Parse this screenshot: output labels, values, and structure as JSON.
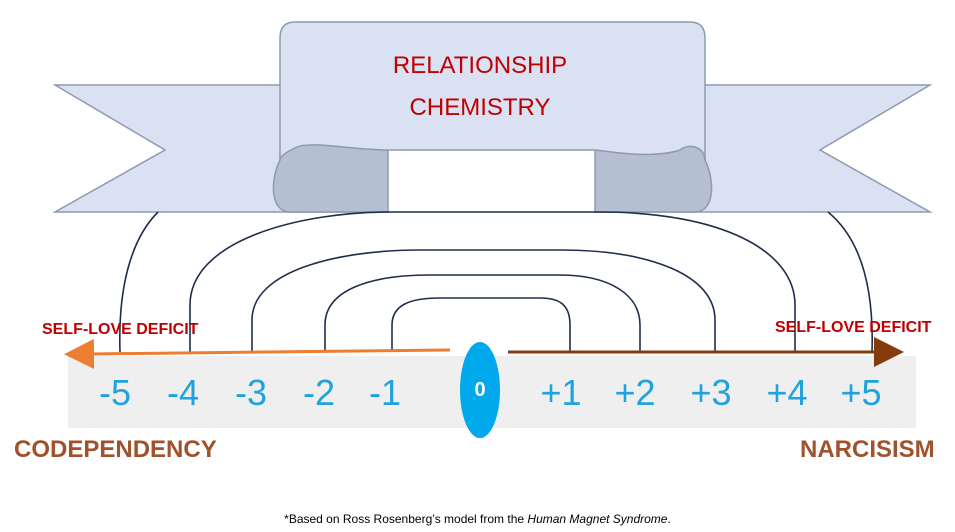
{
  "banner": {
    "line1": "RELATIONSHIP",
    "line2": "CHEMISTRY"
  },
  "left_arrow_label": "SELF-LOVE DEFICIT",
  "right_arrow_label": "SELF-LOVE DEFICIT",
  "scale": {
    "left": [
      "-5",
      "-4",
      "-3",
      "-2",
      "-1"
    ],
    "center": "0",
    "right": [
      "+1",
      "+2",
      "+3",
      "+4",
      "+5"
    ]
  },
  "left_label": "CODEPENDENCY",
  "right_label": "NARCISISM",
  "footnote": {
    "prefix": "*Based on Ross Rosenberg’s model from the ",
    "book": "Human Magnet Syndrome",
    "suffix": "."
  },
  "colors": {
    "banner_fill": "#d9e1f2",
    "banner_stroke": "#8e9aaf",
    "title": "#c00000",
    "left_arrow": "#ed7d31",
    "right_arrow": "#843c0c",
    "numbers": "#1fa2dd",
    "zero_fill": "#00a8ec",
    "side_labels": "#a0522d",
    "arcs": "#1f2d4d"
  }
}
